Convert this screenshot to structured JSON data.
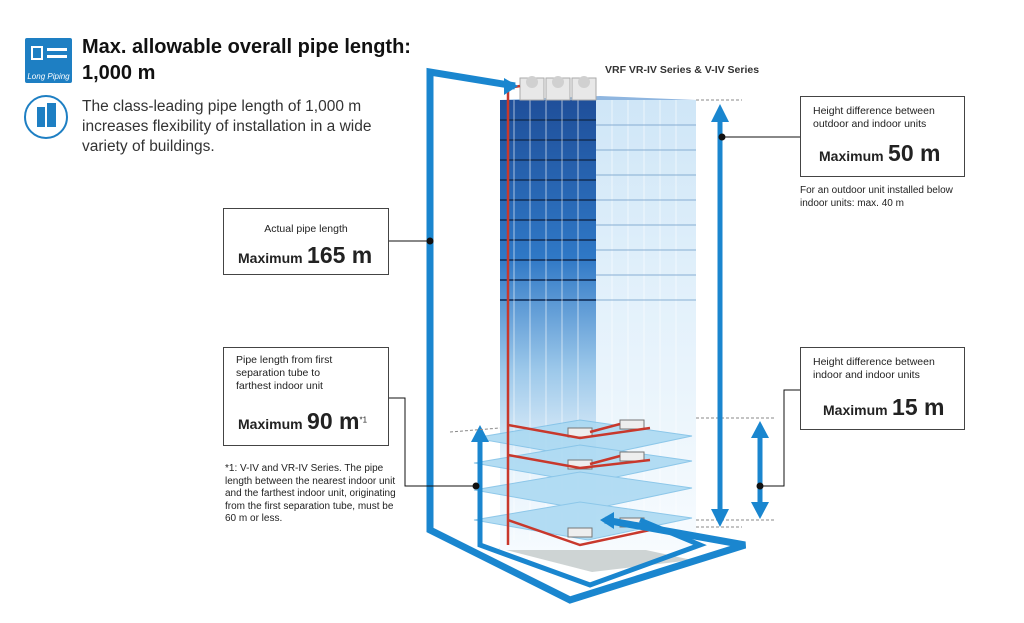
{
  "header": {
    "badge_text": "Long Piping",
    "title": "Max. allowable overall pipe length: 1,000 m",
    "description": "The class-leading pipe length of 1,000 m increases flexibility of installation in a wide variety of buildings."
  },
  "series_label": "VRF VR-IV Series & V-IV Series",
  "callouts": {
    "actual_pipe": {
      "label": "Actual pipe length",
      "prefix": "Maximum",
      "value": "165 m"
    },
    "first_separation": {
      "label": "Pipe length from first separation tube to farthest indoor unit",
      "prefix": "Maximum",
      "value": "90 m",
      "footnote_mark": "*1"
    },
    "height_outdoor_indoor": {
      "label": "Height difference between outdoor and indoor units",
      "prefix": "Maximum",
      "value": "50 m",
      "note": "For an outdoor unit installed below indoor units: max. 40 m"
    },
    "height_indoor_indoor": {
      "label": "Height difference between indoor and indoor units",
      "prefix": "Maximum",
      "value": "15 m"
    }
  },
  "footnote": "*1: V-IV and VR-IV Series. The pipe length between the nearest indoor unit and the farthest indoor unit, originating from the first separation tube, must be 60 m or less.",
  "colors": {
    "pipe_blue": "#1a86cf",
    "pipe_red": "#c8382c",
    "building_dark": "#1f4f9a",
    "floor_light": "#a8d8f2",
    "badge": "#1e7fc3"
  }
}
